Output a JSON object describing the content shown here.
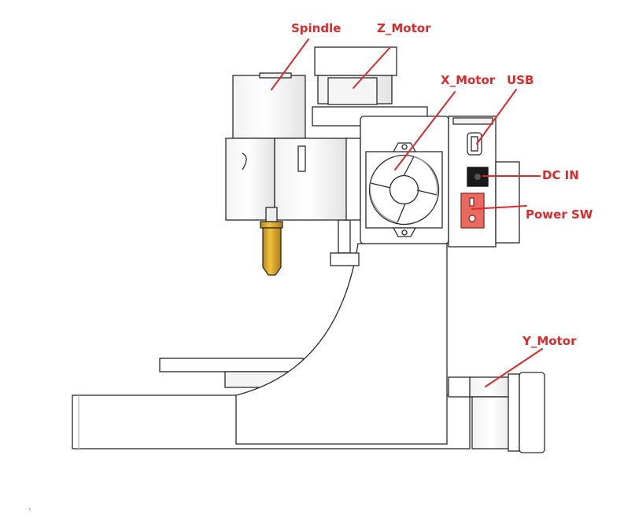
{
  "diagram": {
    "labels": {
      "spindle": "Spindle",
      "z_motor": "Z_Motor",
      "x_motor": "X_Motor",
      "usb": "USB",
      "dc_in": "DC IN",
      "power_sw": "Power SW",
      "y_motor": "Y_Motor"
    },
    "stray_mark": "`"
  },
  "colors": {
    "label": "#d92b2b",
    "outline": "#2a2a2a",
    "body_fill": "#ffffff",
    "spindle_tip": "#d9a62a",
    "switch": "#e9695f"
  }
}
